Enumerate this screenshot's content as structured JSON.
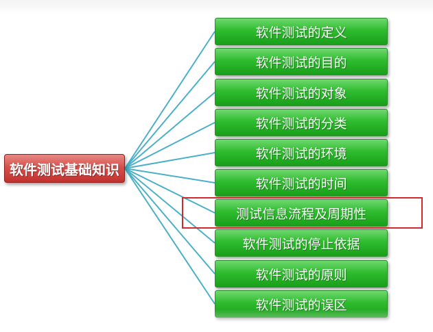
{
  "diagram": {
    "root": {
      "label": "软件测试基础知识"
    },
    "branches": [
      {
        "label": "软件测试的定义"
      },
      {
        "label": "软件测试的目的"
      },
      {
        "label": "软件测试的对象"
      },
      {
        "label": "软件测试的分类"
      },
      {
        "label": "软件测试的环境"
      },
      {
        "label": "软件测试的时间"
      },
      {
        "label": "测试信息流程及周期性",
        "highlighted": true
      },
      {
        "label": "软件测试的停止依据"
      },
      {
        "label": "软件测试的原则"
      },
      {
        "label": "软件测试的误区"
      }
    ],
    "colors": {
      "root_fill": "#c2322f",
      "branch_fill": "#2fbc2f",
      "connector": "#4ab0c8",
      "highlight_border": "#d0282d"
    }
  }
}
